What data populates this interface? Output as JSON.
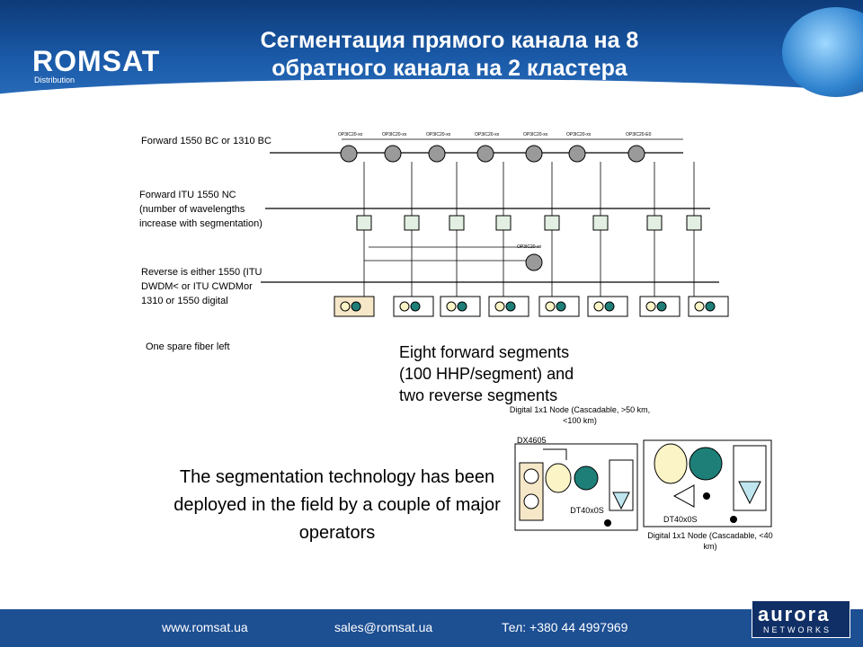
{
  "header": {
    "logo": "ROMSAT",
    "logo_sub": "Distribution",
    "title_line1": "Сегментация прямого канала на 8",
    "title_line2": "обратного канала на 2 кластера"
  },
  "labels": {
    "forward_bc": "Forward 1550 BC or 1310 BC",
    "forward_itu": "Forward ITU 1550 NC (number of wavelengths increase with segmentation)",
    "reverse": "Reverse is either 1550 (ITU DWDM< or ITU CWDMor 1310 or 1550 digital",
    "spare": "One spare fiber left",
    "summary": "Eight forward segments (100 HHP/segment) and two reverse segments",
    "deployment": "The segmentation technology has been deployed in the field by a couple of major operators",
    "node1_title": "Digital 1x1 Node (Cascadable, >50 km, <100 km)",
    "node1_model": "DX4605",
    "node1_inner": "DT40x0S",
    "node2_model": "DT40x0S",
    "node2_title": "Digital 1x1 Node (Cascadable, <40 km)",
    "splitter_tag": "OP3IC20-xx",
    "splitter_tag_last": "OP3IC20-E0"
  },
  "footer": {
    "web": "www.romsat.ua",
    "email": "sales@romsat.ua",
    "phone": "Тел: +380 44 4997969",
    "brand": "aurora",
    "brand_sub": "NETWORKS"
  }
}
